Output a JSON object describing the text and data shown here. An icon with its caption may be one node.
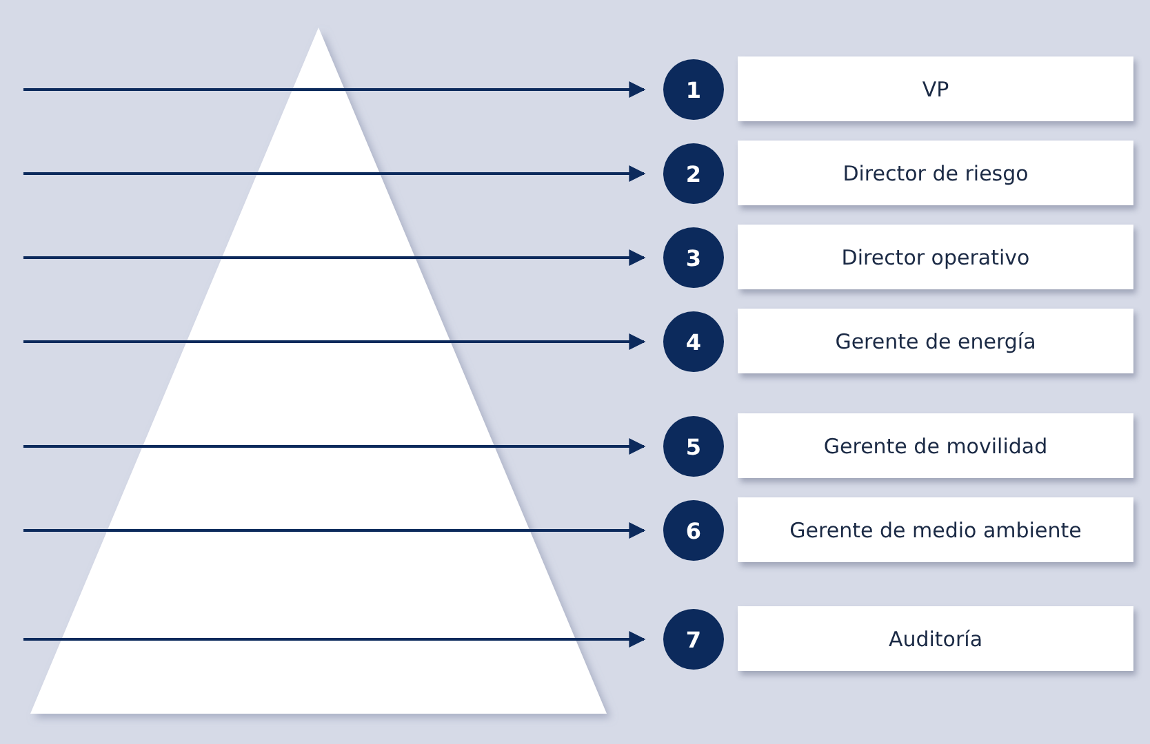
{
  "diagram": {
    "nodes": [
      {
        "text": [
          "1"
        ]
      },
      {
        "text": [
          "VP"
        ]
      },
      {
        "text": [
          "2"
        ]
      },
      {
        "text": [
          "Director de riesgo"
        ]
      },
      {
        "text": [
          "3"
        ]
      },
      {
        "text": [
          "Director operativo"
        ]
      },
      {
        "text": [
          "4"
        ]
      },
      {
        "text": [
          "Gerente de energía"
        ]
      },
      {
        "text": [
          "5"
        ]
      },
      {
        "text": [
          "Gerente de movilidad"
        ]
      },
      {
        "text": [
          "6"
        ]
      },
      {
        "text": [
          "Gerente de medio ambiente"
        ]
      },
      {
        "text": [
          "7"
        ]
      },
      {
        "text": [
          "Auditoría"
        ]
      }
    ],
    "edges": [
      {
        "from": null,
        "to": 0,
        "arrow": "to"
      },
      {
        "from": null,
        "to": 2,
        "arrow": "to"
      },
      {
        "from": null,
        "to": 4,
        "arrow": "to"
      },
      {
        "from": null,
        "to": 6,
        "arrow": "to"
      },
      {
        "from": null,
        "to": 8,
        "arrow": "to"
      },
      {
        "from": null,
        "to": 10,
        "arrow": "to"
      },
      {
        "from": null,
        "to": 12,
        "arrow": "to"
      }
    ]
  }
}
